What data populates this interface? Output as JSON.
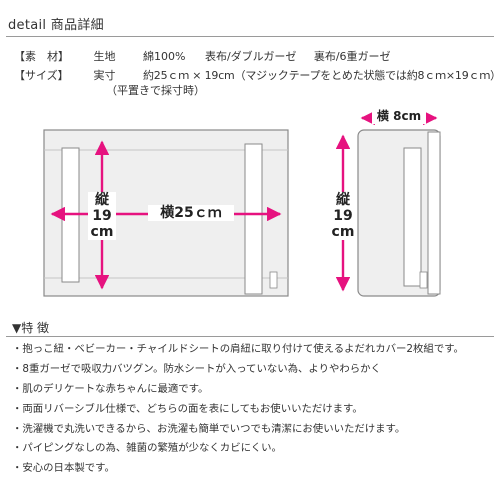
{
  "header": {
    "title": "detail 商品詳細"
  },
  "specs": {
    "material": {
      "label": "【素　材】",
      "key": "生地",
      "values": [
        "綿100%",
        "表布/ダブルガーゼ",
        "裏布/6重ガーゼ"
      ]
    },
    "size": {
      "label": "【サイズ】",
      "key": "実寸",
      "value": "約25ｃｍ × 19cm（マジックテープをとめた状態では約8ｃｍ×19ｃｍ）",
      "note": "（平置きで採寸時）"
    }
  },
  "diagram": {
    "open_height_label": [
      "縦",
      "19",
      "cm"
    ],
    "open_width_label": "横25ｃｍ",
    "folded_width_label": "横 8cm",
    "folded_height_label": [
      "縦",
      "19",
      "cm"
    ],
    "colors": {
      "arrow": "#e6127f",
      "outline": "#8a8a8a",
      "fill": "#efefef",
      "tab_fill": "#ffffff"
    }
  },
  "features": {
    "title": "▼特 徴",
    "items": [
      "抱っこ紐・ベビーカー・チャイルドシートの肩紐に取り付けて使えるよだれカバー2枚組です。",
      "8重ガーゼで吸収力バツグン。防水シートが入っていない為、よりやわらかく",
      "肌のデリケートな赤ちゃんに最適です。",
      "両面リバーシブル仕様で、どちらの面を表にしてもお使いいただけます。",
      "洗濯機で丸洗いできるから、お洗濯も簡単でいつでも清潔にお使いいただけます。",
      "パイピングなしの為、雑菌の繁殖が少なくカビにくい。",
      "安心の日本製です。"
    ]
  }
}
